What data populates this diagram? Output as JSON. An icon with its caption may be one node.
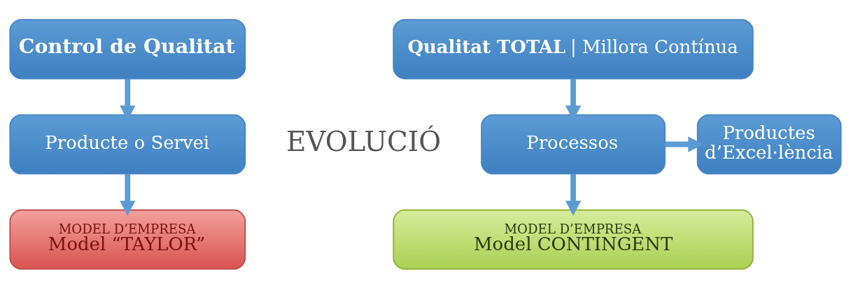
{
  "diagram": {
    "nodes": [
      {
        "text": [
          "Control de Qualitat"
        ]
      },
      {
        "text": [
          "Producte o Servei"
        ]
      },
      {
        "text": [
          "MODEL D’EMPRESA",
          "Model “TAYLOR”"
        ]
      },
      {
        "text": [
          "**Qualitat TOTAL** | Millora Contínua"
        ]
      },
      {
        "text": [
          "Processos"
        ]
      },
      {
        "text": [
          "Productes d’Excel·lència"
        ]
      },
      {
        "text": [
          "MODEL D’EMPRESA",
          "Model CONTINGENT"
        ]
      }
    ],
    "edges": [
      {
        "from": 0,
        "to": 1,
        "arrow": "to"
      },
      {
        "from": 1,
        "to": 2,
        "arrow": "to"
      },
      {
        "from": 3,
        "to": 4,
        "arrow": "to"
      },
      {
        "from": 4,
        "to": 5,
        "arrow": "to"
      },
      {
        "from": 4,
        "to": 6,
        "arrow": "to"
      }
    ],
    "labels": [
      "EVOLUCIÓ"
    ]
  }
}
